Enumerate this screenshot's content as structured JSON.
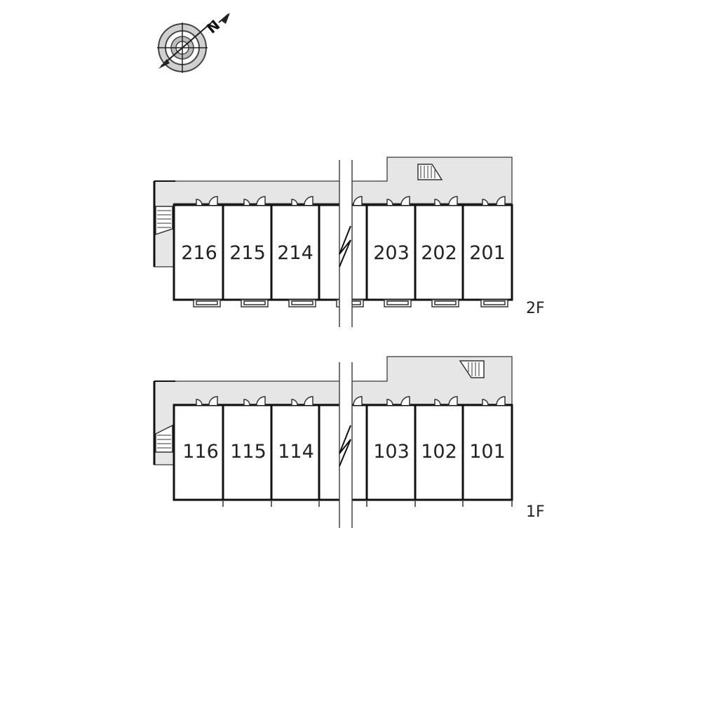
{
  "compass": {
    "icon": "compass-rose-icon",
    "north_label": "N"
  },
  "floors": [
    {
      "id": "2f",
      "label": "2F",
      "units": [
        "216",
        "215",
        "214",
        "",
        "203",
        "202",
        "201"
      ]
    },
    {
      "id": "1f",
      "label": "1F",
      "units": [
        "116",
        "115",
        "114",
        "",
        "103",
        "102",
        "101"
      ]
    }
  ],
  "colors": {
    "corridor": "#e6e6e6",
    "wall": "#111111",
    "text": "#222222"
  }
}
